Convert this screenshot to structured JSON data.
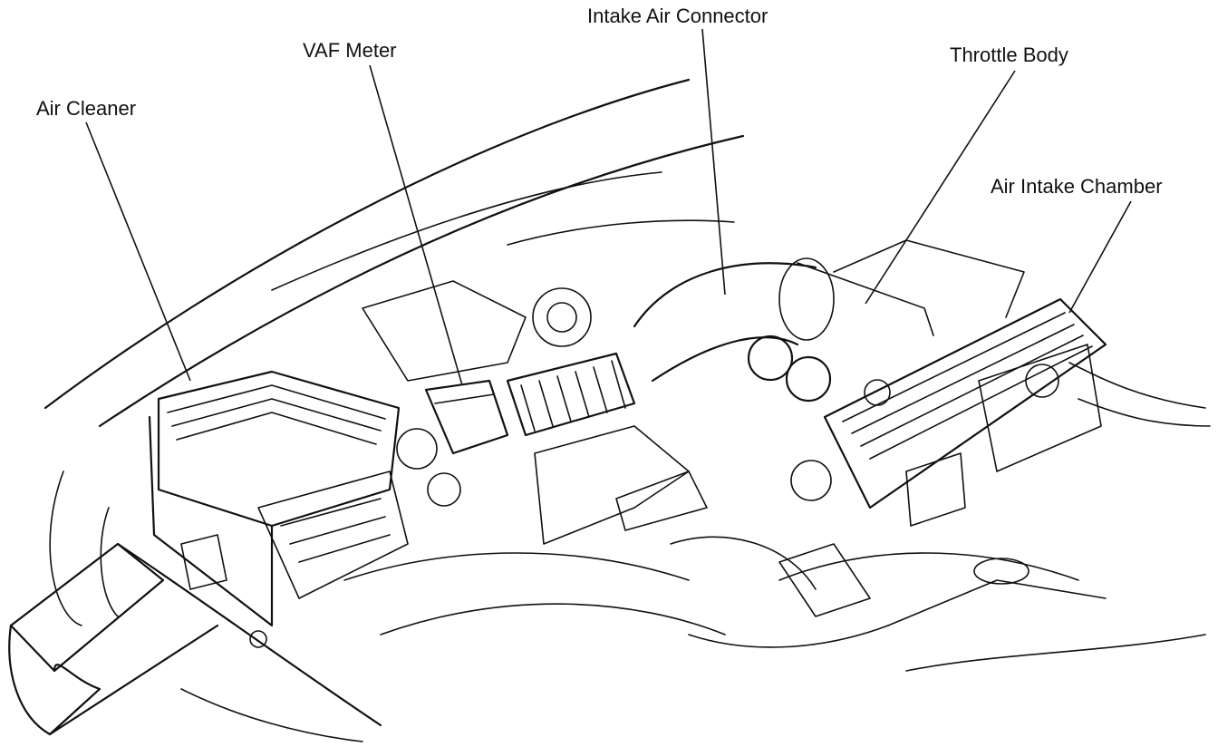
{
  "diagram": {
    "labels": {
      "air_cleaner": "Air Cleaner",
      "vaf_meter": "VAF Meter",
      "intake_air_connector": "Intake Air Connector",
      "throttle_body": "Throttle Body",
      "air_intake_chamber": "Air Intake Chamber"
    }
  }
}
